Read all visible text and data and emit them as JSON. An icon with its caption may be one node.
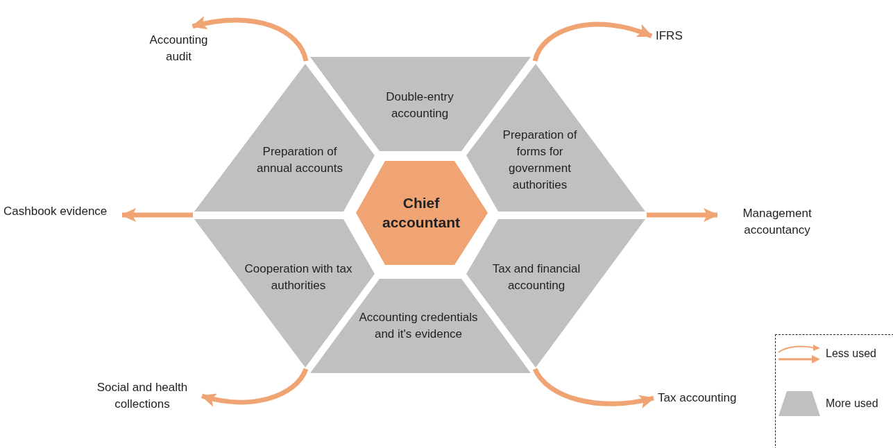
{
  "diagram": {
    "nodes": [
      {
        "text": [
          "Chief accountant"
        ]
      },
      {
        "text": [
          "Double-entry accounting"
        ]
      },
      {
        "text": [
          "Preparation of annual accounts"
        ]
      },
      {
        "text": [
          "Preparation of forms for government authorities"
        ]
      },
      {
        "text": [
          "Cooperation with tax authorities"
        ]
      },
      {
        "text": [
          "Tax and financial accounting"
        ]
      },
      {
        "text": [
          "Accounting credentials and it's evidence"
        ]
      },
      {
        "text": [
          "Accounting audit"
        ]
      },
      {
        "text": [
          "IFRS"
        ]
      },
      {
        "text": [
          "Cashbook evidence"
        ]
      },
      {
        "text": [
          "Management accountancy"
        ]
      },
      {
        "text": [
          "Social and health collections"
        ]
      },
      {
        "text": [
          "Tax accounting"
        ]
      }
    ],
    "edges": [
      {
        "from": 2,
        "to": 7,
        "arrow": "to"
      },
      {
        "from": 3,
        "to": 8,
        "arrow": "to"
      },
      {
        "from": 2,
        "to": 9,
        "arrow": "to"
      },
      {
        "from": 3,
        "to": 10,
        "arrow": "to"
      },
      {
        "from": 4,
        "to": 11,
        "arrow": "to"
      },
      {
        "from": 5,
        "to": 12,
        "arrow": "to"
      }
    ],
    "legend": [
      {
        "text": "Less used"
      },
      {
        "text": "More used"
      }
    ]
  }
}
